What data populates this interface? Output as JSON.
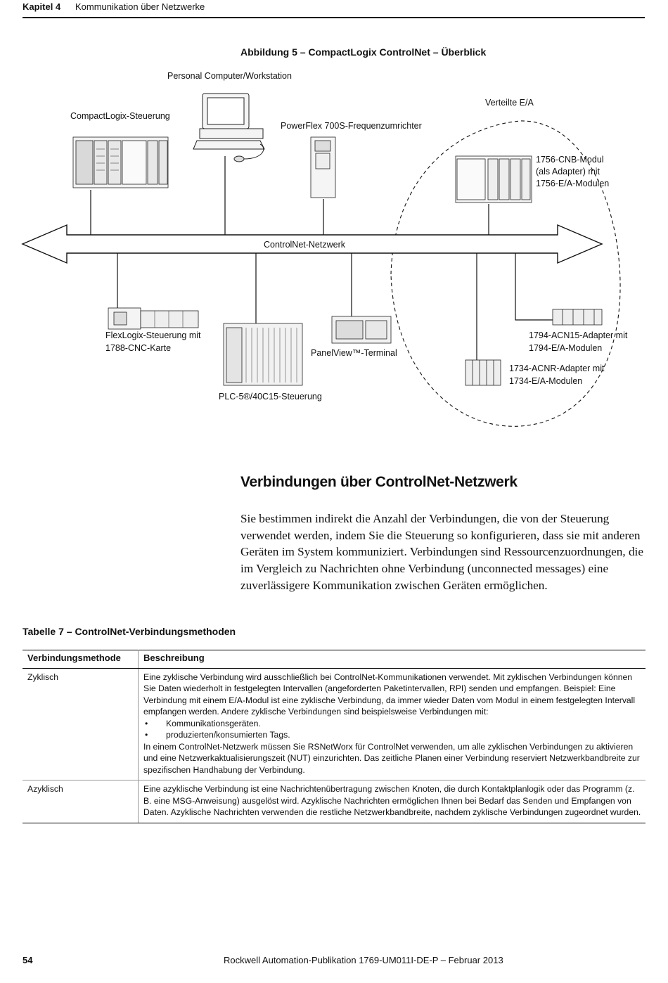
{
  "header": {
    "chapter": "Kapitel 4",
    "title": "Kommunikation über Netzwerke"
  },
  "figure": {
    "caption": "Abbildung 5 – CompactLogix ControlNet – Überblick",
    "labels": {
      "pc": "Personal Computer/Workstation",
      "compactlogix": "CompactLogix-Steuerung",
      "powerflex": "PowerFlex 700S-Frequenzumrichter",
      "distributed_io": "Verteilte E/A",
      "cnb_line1": "1756-CNB-Modul",
      "cnb_line2": "(als Adapter) mit",
      "cnb_line3": "1756-E/A-Modulen",
      "network": "ControlNet-Netzwerk",
      "flexlogix_line1": "FlexLogix-Steuerung mit",
      "flexlogix_line2": "1788-CNC-Karte",
      "panelview": "PanelView™-Terminal",
      "acn15_line1": "1794-ACN15-Adapter mit",
      "acn15_line2": "1794-E/A-Modulen",
      "acnr_line1": "1734-ACNR-Adapter mit",
      "acnr_line2": "1734-E/A-Modulen",
      "plc5": "PLC-5®/40C15-Steuerung"
    }
  },
  "section": {
    "title": "Verbindungen über ControlNet-Netzwerk",
    "body": "Sie bestimmen indirekt die Anzahl der Verbindungen, die von der Steuerung verwendet werden, indem Sie die Steuerung so konfigurieren, dass sie mit anderen Geräten im System kommuniziert.  Verbindungen sind Ressourcenzuordnungen, die im Vergleich zu Nachrichten ohne Verbindung (unconnected messages) eine zuverlässigere Kommunikation zwischen Geräten ermöglichen."
  },
  "table": {
    "caption": "Tabelle 7 – ControlNet-Verbindungsmethoden",
    "headers": [
      "Verbindungsmethode",
      "Beschreibung"
    ],
    "rows": [
      {
        "method": "Zyklisch",
        "para1": "Eine zyklische Verbindung wird ausschließlich bei ControlNet-Kommunikationen verwendet. Mit zyklischen Verbindungen können Sie Daten wiederholt in festgelegten Intervallen (angeforderten Paketintervallen, RPI) senden und empfangen. Beispiel: Eine Verbindung mit einem E/A-Modul ist eine zyklische Verbindung, da immer wieder Daten vom Modul in einem festgelegten Intervall empfangen werden. Andere zyklische Verbindungen sind beispielsweise Verbindungen mit:",
        "bullets": [
          "Kommunikationsgeräten.",
          "produzierten/konsumierten Tags."
        ],
        "para2": "In einem ControlNet-Netzwerk müssen Sie RSNetWorx für ControlNet verwenden, um alle zyklischen Verbindungen zu aktivieren und eine Netzwerkaktualisierungszeit (NUT) einzurichten. Das zeitliche Planen einer Verbindung reserviert Netzwerkbandbreite zur spezifischen Handhabung der Verbindung."
      },
      {
        "method": "Azyklisch",
        "para1": "Eine azyklische Verbindung ist eine Nachrichtenübertragung zwischen Knoten, die durch Kontaktplanlogik oder das Programm (z. B. eine MSG-Anweisung) ausgelöst wird. Azyklische Nachrichten ermöglichen Ihnen bei Bedarf das Senden und Empfangen von Daten. Azyklische Nachrichten verwenden die restliche Netzwerkbandbreite, nachdem zyklische Verbindungen zugeordnet wurden."
      }
    ]
  },
  "footer": {
    "page": "54",
    "publication": "Rockwell Automation-Publikation 1769-UM011I-DE-P – Februar 2013"
  }
}
